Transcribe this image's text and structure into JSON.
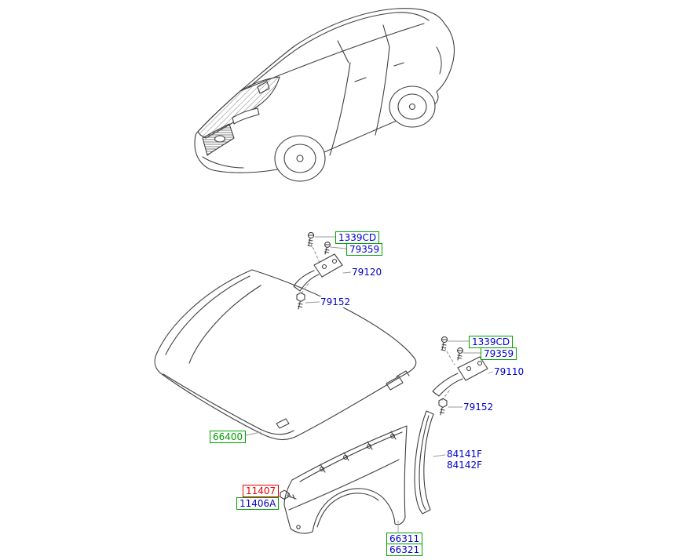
{
  "colors": {
    "part_text_blue": "#0000cd",
    "highlight_green": "#00a000",
    "highlight_red": "#e60000",
    "line_art": "#3f3f3f"
  },
  "labels": [
    {
      "text": "1339CD",
      "box": "green"
    },
    {
      "text": "79359",
      "box": "green"
    },
    {
      "text": "79120",
      "box": "none"
    },
    {
      "text": "79152",
      "box": "none"
    },
    {
      "text": "1339CD",
      "box": "green"
    },
    {
      "text": "79359",
      "box": "green"
    },
    {
      "text": "79110",
      "box": "none"
    },
    {
      "text": "79152",
      "box": "none"
    },
    {
      "text": "66400",
      "box": "green",
      "text_color": "green"
    },
    {
      "text": "84141F",
      "box": "none"
    },
    {
      "text": "84142F",
      "box": "none"
    },
    {
      "text": "11407",
      "box": "red"
    },
    {
      "text": "11406A",
      "box": "green"
    },
    {
      "text": "66311",
      "box": "green"
    },
    {
      "text": "66321",
      "box": "green"
    }
  ]
}
